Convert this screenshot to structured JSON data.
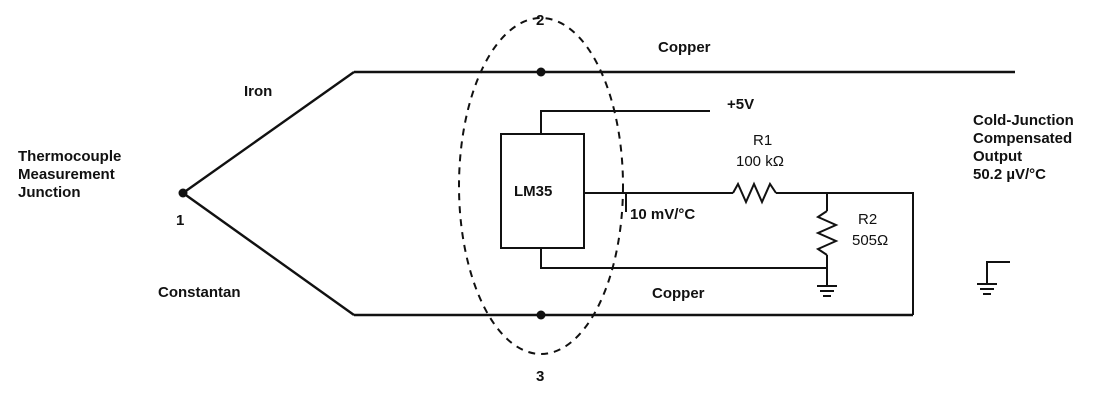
{
  "labels": {
    "measurement_junction": [
      "Thermocouple",
      "Measurement",
      "Junction"
    ],
    "node_1": "1",
    "node_2": "2",
    "node_3": "3",
    "iron": "Iron",
    "constantan": "Constantan",
    "copper_top": "Copper",
    "copper_bottom": "Copper",
    "supply": "+5V",
    "ic": "LM35",
    "ic_output": "10 mV/°C",
    "r1_name": "R1",
    "r1_value": "100 kΩ",
    "r2_name": "R2",
    "r2_value": "505Ω",
    "output": [
      "Cold-Junction",
      "Compensated",
      "Output",
      "50.2 µV/°C"
    ]
  }
}
